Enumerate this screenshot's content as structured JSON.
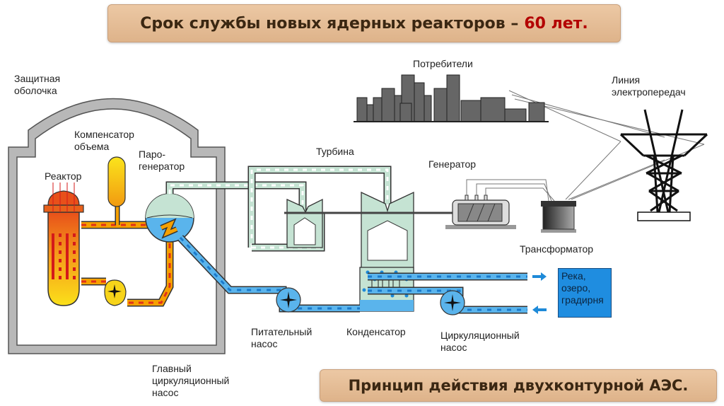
{
  "header": {
    "title": "Срок службы новых ядерных реакторов –",
    "title_accent": "60 лет.",
    "accent_color": "#b30000"
  },
  "footer": {
    "caption": "Принцип действия двухконтурной АЭС."
  },
  "labels": {
    "containment": [
      "Защитная",
      "оболочка"
    ],
    "pressurizer": [
      "Компенсатор",
      "объема"
    ],
    "steam_generator": [
      "Паро-",
      "генератор"
    ],
    "reactor": "Реактор",
    "main_pump": [
      "Главный",
      "циркуляционный",
      "насос"
    ],
    "turbine": "Турбина",
    "feed_pump": [
      "Питательный",
      "насос"
    ],
    "condenser": "Конденсатор",
    "circulation_pump": [
      "Циркуляционный",
      "насос"
    ],
    "generator": "Генератор",
    "transformer": "Трансформатор",
    "consumers": "Потребители",
    "power_line": [
      "Линия",
      "электропередач"
    ],
    "water_source": [
      "Река,",
      "озеро,",
      "градирня"
    ]
  },
  "colors": {
    "primary_loop": "#f5a000",
    "secondary_steam": "#bfe0cf",
    "cooling_water": "#5ab4ec",
    "containment": "#b8b8b8",
    "water_box": "#1f8de0"
  }
}
